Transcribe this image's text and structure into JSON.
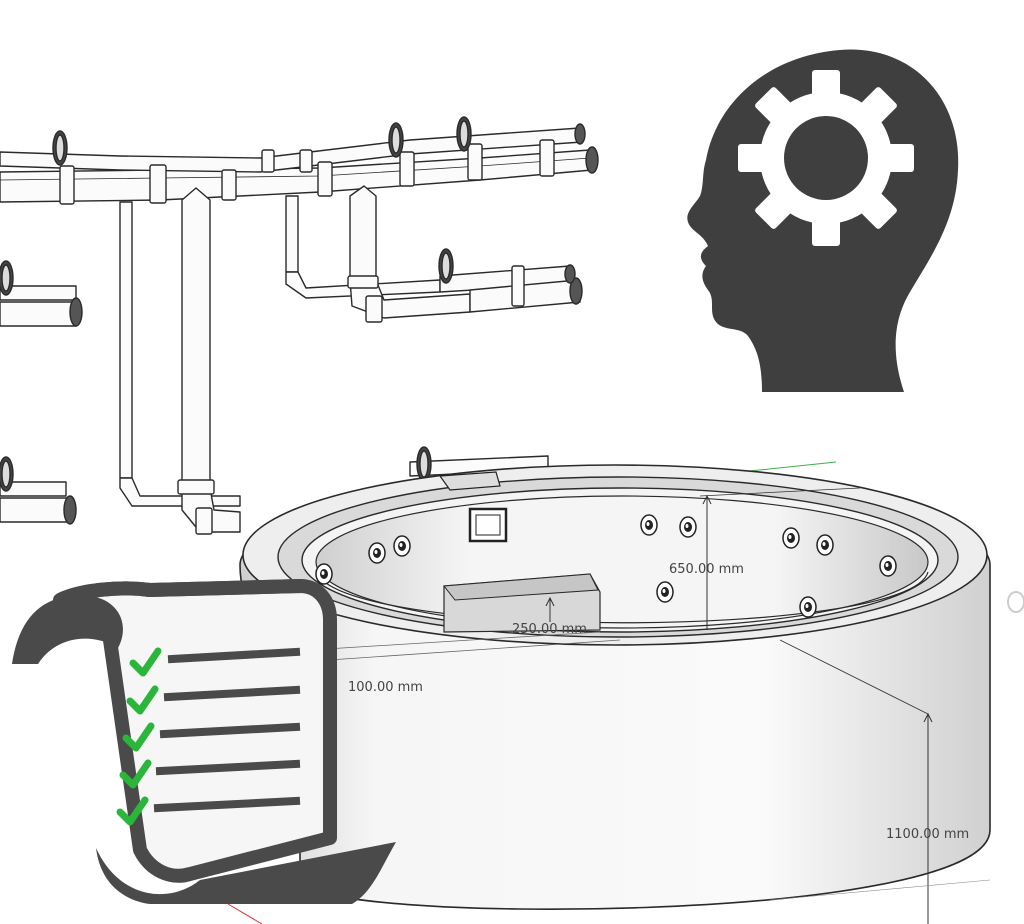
{
  "dimensions": {
    "height_inner": "650.00 mm",
    "bench_height": "250.00 mm",
    "wall_thickness": "100.00 mm",
    "height_outer": "1100.00 mm"
  },
  "icons": {
    "thinking_head": "head-gear-icon",
    "checklist": "checklist-scroll-icon",
    "checkmark": "checkmark-icon"
  },
  "colors": {
    "icon_fill": "#3f3f3f",
    "check_green": "#2bb53a",
    "model_line": "#2a2a2a",
    "model_face": "#f2f2f2",
    "model_shadow": "#d4d4d4"
  }
}
